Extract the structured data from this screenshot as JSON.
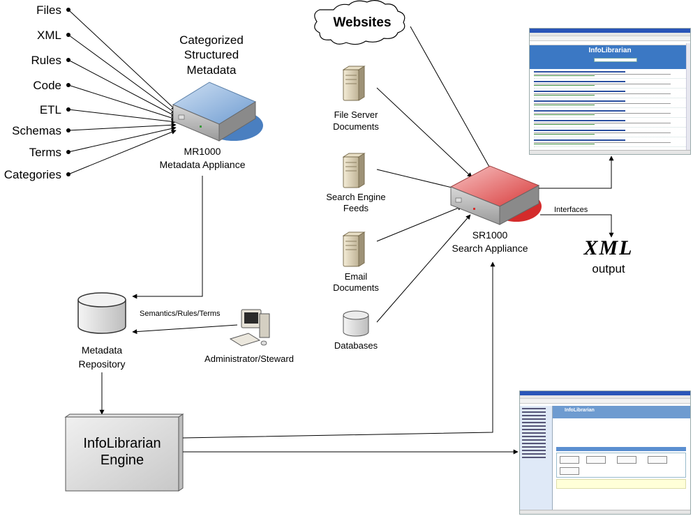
{
  "sources": [
    "Files",
    "XML",
    "Rules",
    "Code",
    "ETL",
    "Schemas",
    "Terms",
    "Categories"
  ],
  "metadata_appliance": {
    "caption_lines": [
      "Categorized",
      "Structured",
      "Metadata"
    ],
    "name_lines": [
      "MR1000",
      "Metadata Appliance"
    ],
    "accent_color": "#4a7fc0"
  },
  "websites": {
    "label": "Websites"
  },
  "servers": [
    {
      "lines": [
        "File Server",
        "Documents"
      ]
    },
    {
      "lines": [
        "Search Engine",
        "Feeds"
      ]
    },
    {
      "lines": [
        "Email",
        "Documents"
      ]
    }
  ],
  "databases": {
    "label": "Databases"
  },
  "search_appliance": {
    "name_lines": [
      "SR1000",
      "Search Appliance"
    ],
    "accent_color": "#d42c2c"
  },
  "interfaces_label": "Interfaces",
  "xml_output": {
    "logo": "XML",
    "label": "output"
  },
  "repository": {
    "lines": [
      "Metadata",
      "Repository"
    ]
  },
  "semantics_label": "Semantics/Rules/Terms",
  "administrator": {
    "label": "Administrator/Steward"
  },
  "engine": {
    "lines": [
      "InfoLibrarian",
      "Engine"
    ]
  },
  "search_screenshot": {
    "title": "InfoLibrarian"
  },
  "engine_screenshot": {
    "title": "InfoLibrarian"
  }
}
